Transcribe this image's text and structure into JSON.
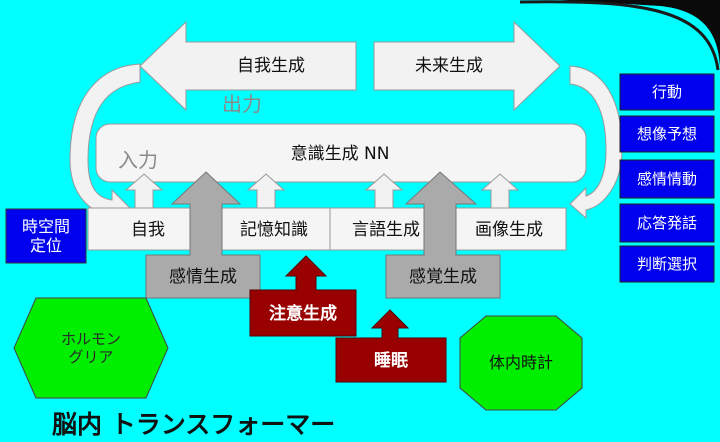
{
  "diagram": {
    "title": "脳内 トランスフォーマー",
    "core": {
      "label": "意識生成 NN"
    },
    "flow_labels": {
      "output": "出力",
      "input": "入力"
    },
    "output_arrows": [
      {
        "id": "ego-generation",
        "label": "自我生成"
      },
      {
        "id": "future-generation",
        "label": "未来生成"
      }
    ],
    "modules": [
      {
        "id": "ego",
        "label": "自我"
      },
      {
        "id": "memory-knowledge",
        "label": "記憶知識"
      },
      {
        "id": "language-generation",
        "label": "言語生成"
      },
      {
        "id": "image-generation",
        "label": "画像生成"
      }
    ],
    "sensory": [
      {
        "id": "emotion-generation",
        "label": "感情生成"
      },
      {
        "id": "sensation-generation",
        "label": "感覚生成"
      }
    ],
    "modulators": [
      {
        "id": "attention-generation",
        "label": "注意生成"
      },
      {
        "id": "sleep",
        "label": "睡眠"
      }
    ],
    "time_space": {
      "line1": "時空間",
      "line2": "定位"
    },
    "hormone": {
      "line1": "ホルモン",
      "line2": "グリア"
    },
    "body_clock": {
      "label": "体内時計"
    },
    "outputs": [
      {
        "id": "action",
        "label": "行動"
      },
      {
        "id": "imagination",
        "label": "想像予想"
      },
      {
        "id": "feeling",
        "label": "感情情動"
      },
      {
        "id": "response",
        "label": "応答発話"
      },
      {
        "id": "judgment",
        "label": "判断選択"
      }
    ],
    "colors": {
      "background": "#00ffff",
      "output_box": "#0000ee",
      "modulator": "#990000",
      "hormone": "#00ee00",
      "arrow": "#f2f2f2",
      "sensory": "#aaaaaa",
      "core": "#f5f5f5"
    }
  }
}
